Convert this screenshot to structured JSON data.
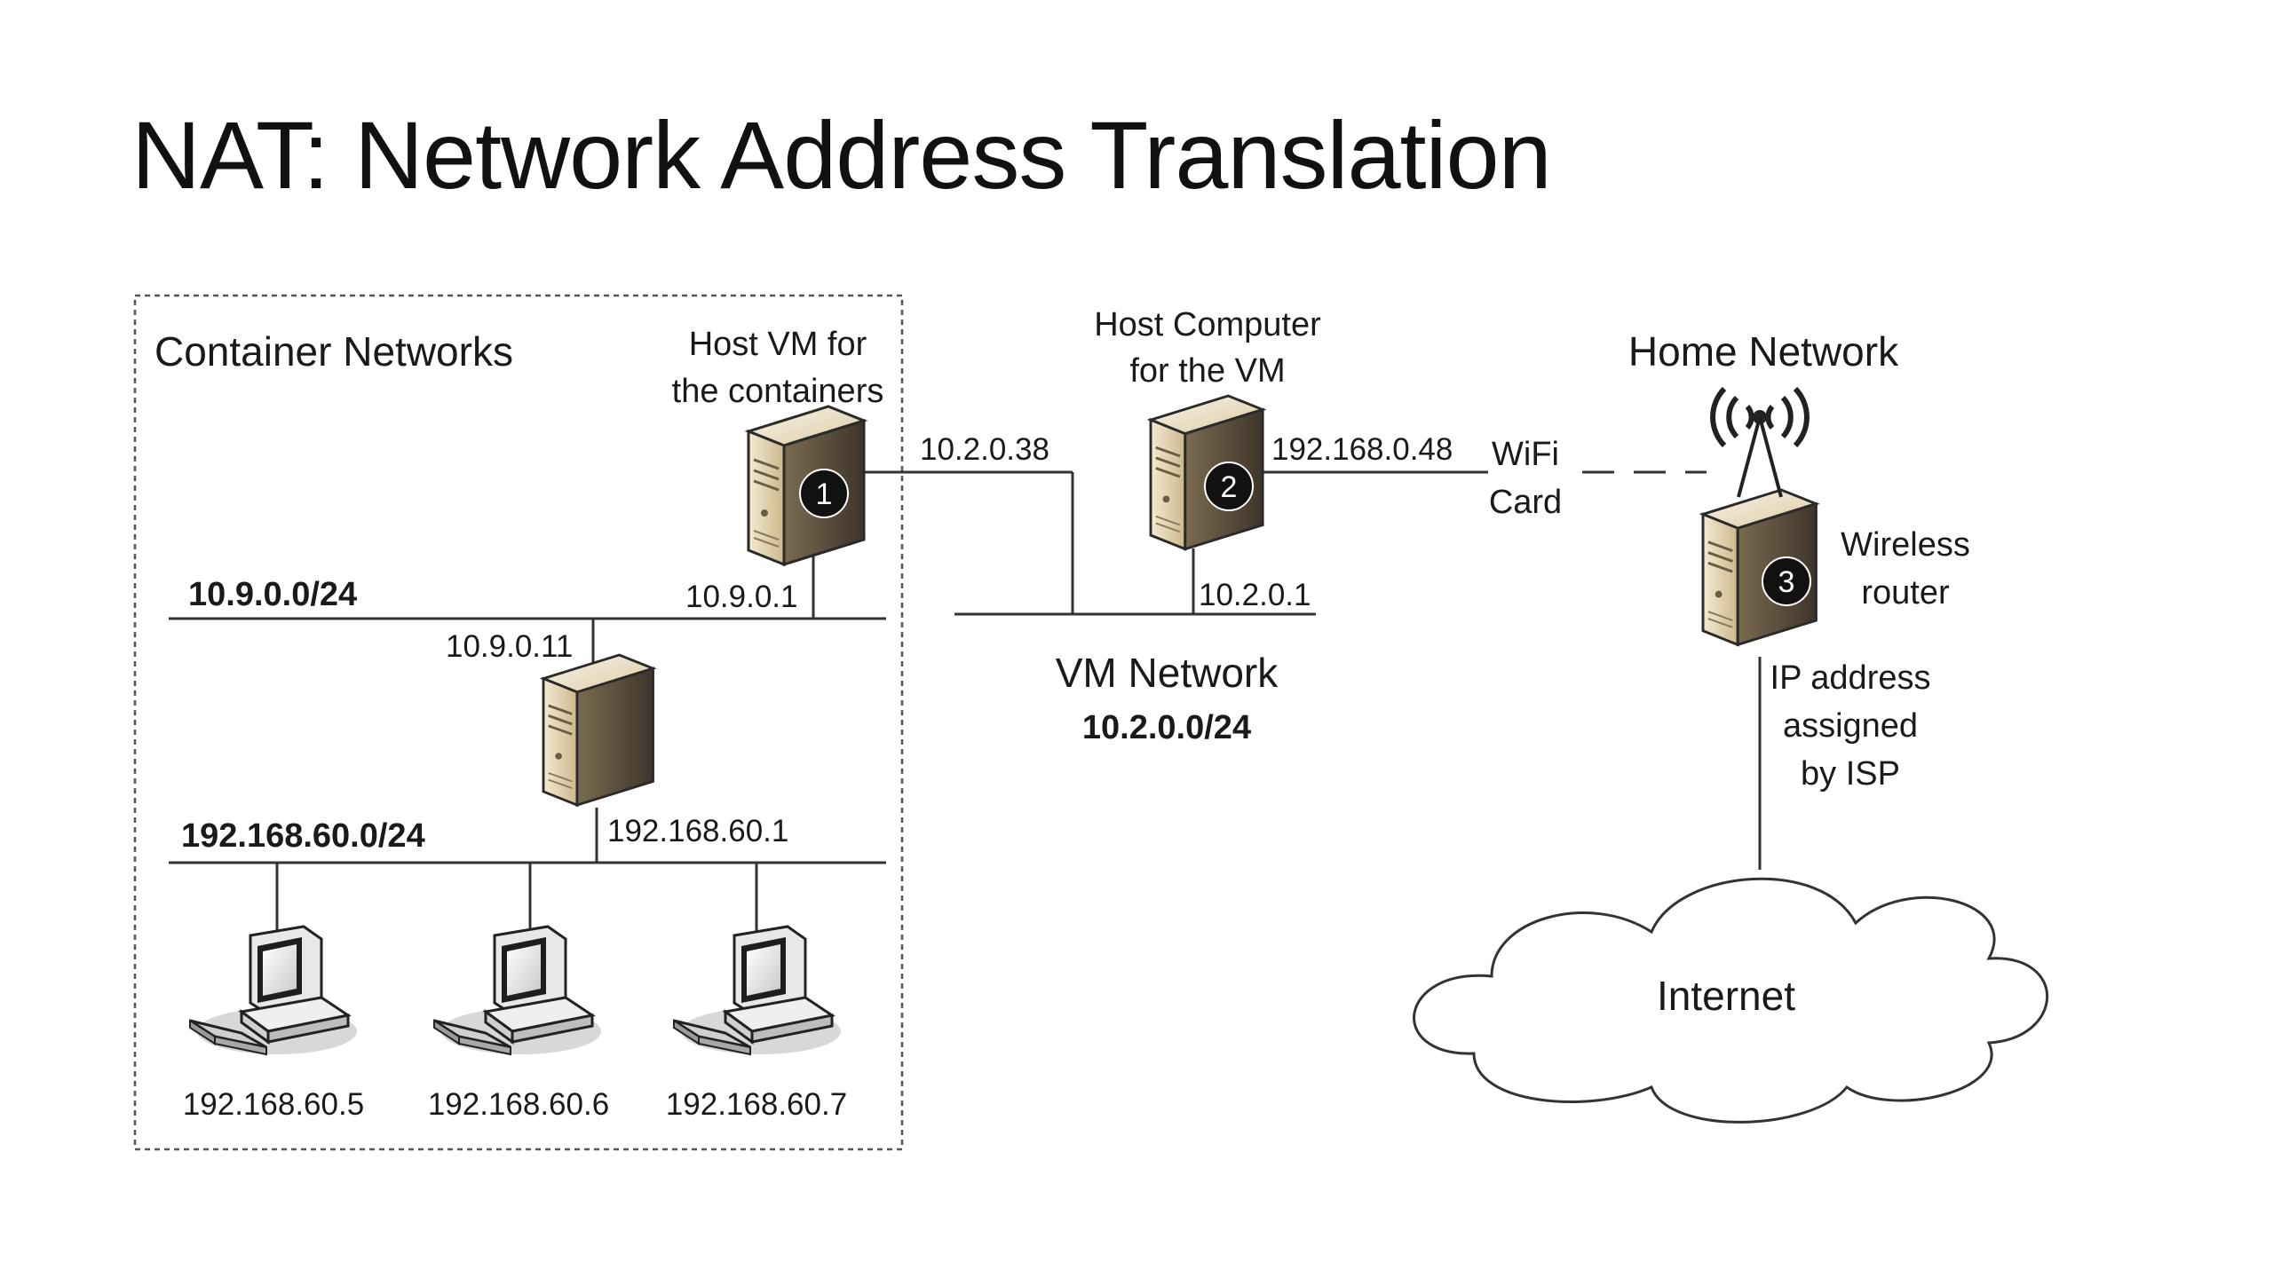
{
  "slide": {
    "title": "NAT: Network Address Translation"
  },
  "diagram": {
    "container_area": {
      "label": "Container Networks",
      "host_vm_label_line1": "Host VM for",
      "host_vm_label_line2": "the containers",
      "host_vm_badge": "1",
      "subnet_a": "10.9.0.0/24",
      "subnet_b": "192.168.60.0/24",
      "host_vm_inner_ip": "10.9.0.1",
      "router_ip_top": "10.9.0.11",
      "router_ip_bottom": "192.168.60.1",
      "clients": [
        {
          "ip": "192.168.60.5"
        },
        {
          "ip": "192.168.60.6"
        },
        {
          "ip": "192.168.60.7"
        }
      ]
    },
    "vm_network": {
      "label": "VM Network",
      "subnet": "10.2.0.0/24",
      "host_vm_outer_ip": "10.2.0.38",
      "host_computer_inner_ip": "10.2.0.1"
    },
    "host_computer": {
      "label_line1": "Host Computer",
      "label_line2": "for the VM",
      "badge": "2",
      "wifi_ip": "192.168.0.48",
      "wifi_label_line1": "WiFi",
      "wifi_label_line2": "Card"
    },
    "home_network": {
      "label": "Home Network",
      "router_badge": "3",
      "router_label_line1": "Wireless",
      "router_label_line2": "router",
      "isp_label_line1": "IP address",
      "isp_label_line2": "assigned",
      "isp_label_line3": "by ISP"
    },
    "cloud": {
      "label": "Internet"
    },
    "icons": [
      "server-icon",
      "desktop-computer-icon",
      "wireless-antenna-icon",
      "cloud-icon"
    ]
  }
}
